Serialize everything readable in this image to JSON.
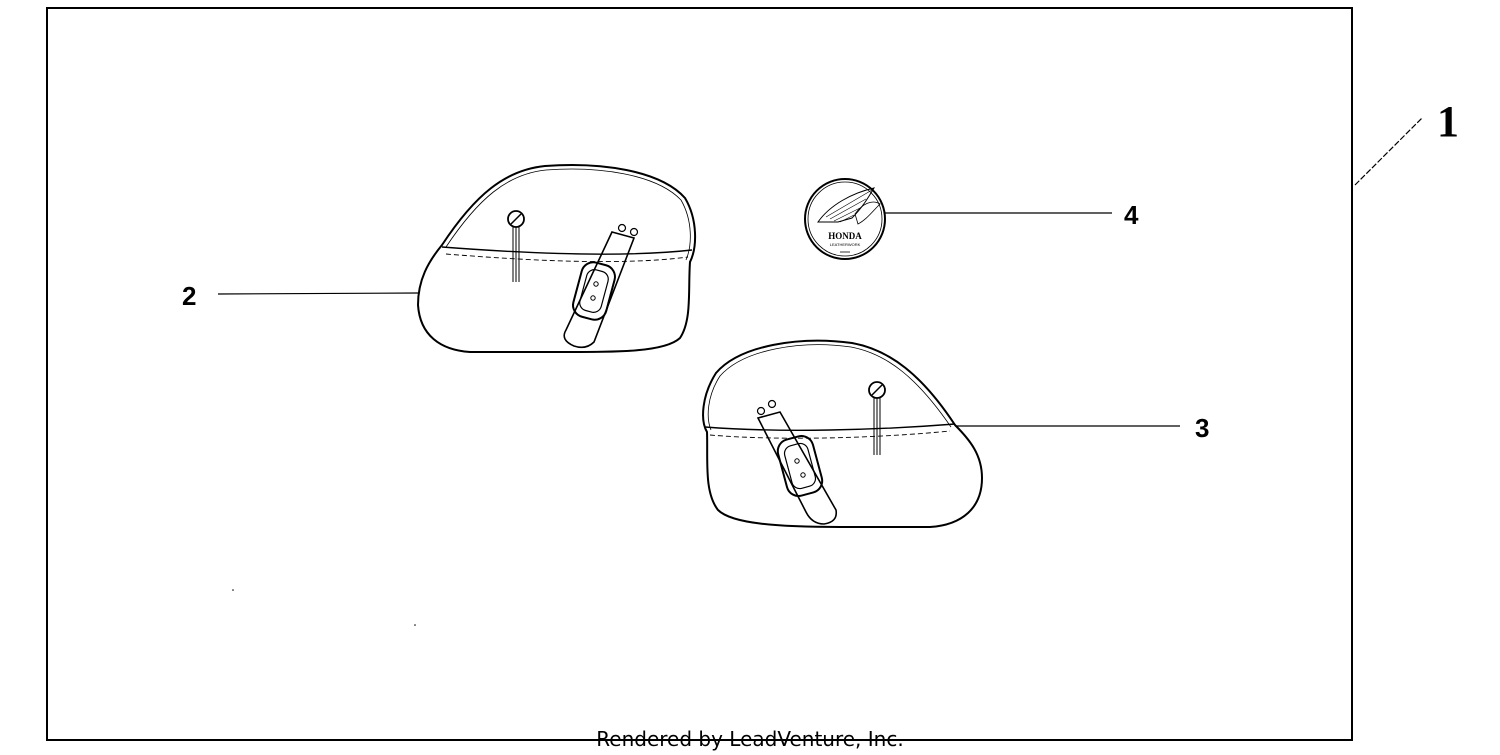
{
  "callouts": {
    "main": "1",
    "left_bag": "2",
    "right_bag": "3",
    "emblem": "4"
  },
  "emblem": {
    "brand": "HONDA",
    "subtitle": "LEATHERWORK"
  },
  "footer": {
    "credit": "Rendered by LeadVenture, Inc."
  },
  "colors": {
    "line": "#000000",
    "background": "#ffffff"
  }
}
